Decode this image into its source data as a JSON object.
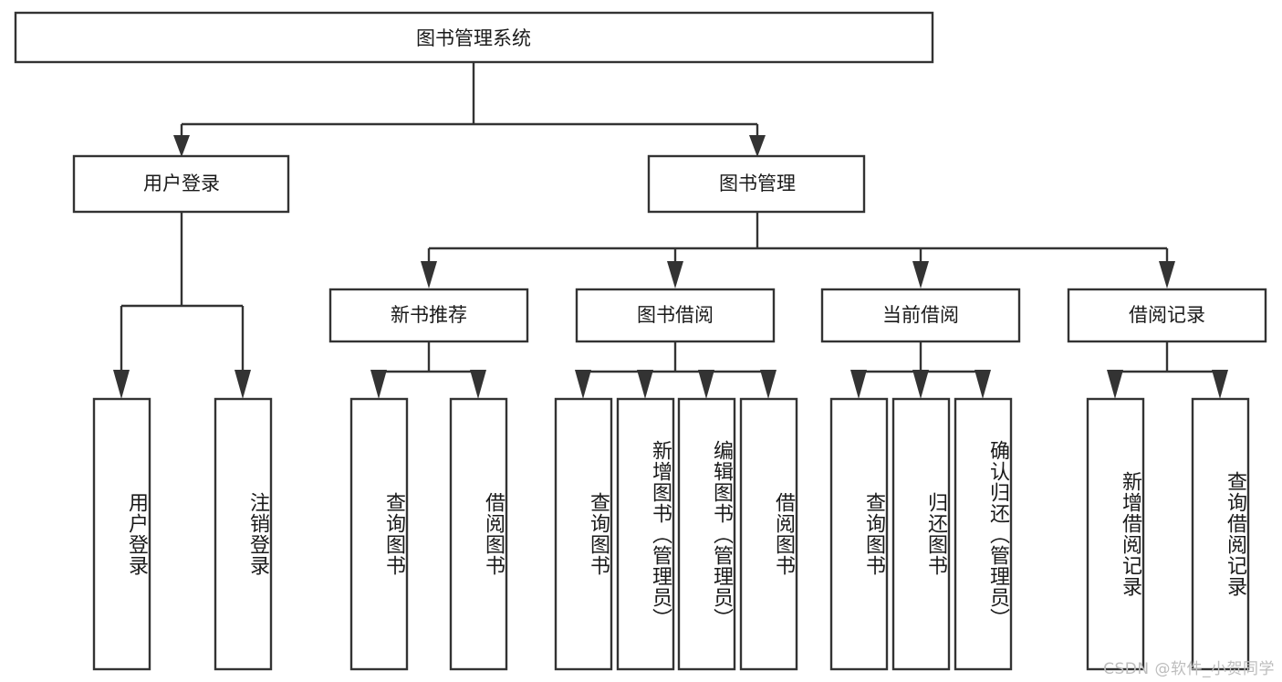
{
  "diagram": {
    "title": "图书管理系统",
    "type": "tree-hierarchy-diagram",
    "colors": {
      "box_stroke": "#333333",
      "box_fill": "#ffffff",
      "text": "#1a1a1a",
      "background": "#ffffff",
      "watermark": "#bdbdbd"
    },
    "root": {
      "label": "图书管理系统"
    },
    "level2": [
      {
        "label": "用户登录"
      },
      {
        "label": "图书管理"
      }
    ],
    "level3": [
      {
        "label": "新书推荐"
      },
      {
        "label": "图书借阅"
      },
      {
        "label": "当前借阅"
      },
      {
        "label": "借阅记录"
      }
    ],
    "leaves": {
      "user_login": [
        {
          "label": "用户登录"
        },
        {
          "label": "注销登录"
        }
      ],
      "new_book_recommend": [
        {
          "label": "查询图书"
        },
        {
          "label": "借阅图书"
        }
      ],
      "book_borrow": [
        {
          "label": "查询图书"
        },
        {
          "label": "新增图书（管理员）"
        },
        {
          "label": "编辑图书（管理员）"
        },
        {
          "label": "借阅图书"
        }
      ],
      "current_borrow": [
        {
          "label": "查询图书"
        },
        {
          "label": "归还图书"
        },
        {
          "label": "确认归还（管理员）"
        }
      ],
      "borrow_record": [
        {
          "label": "新增借阅记录"
        },
        {
          "label": "查询借阅记录"
        }
      ]
    }
  },
  "watermark": {
    "text": "CSDN @软件_小贺同学"
  }
}
